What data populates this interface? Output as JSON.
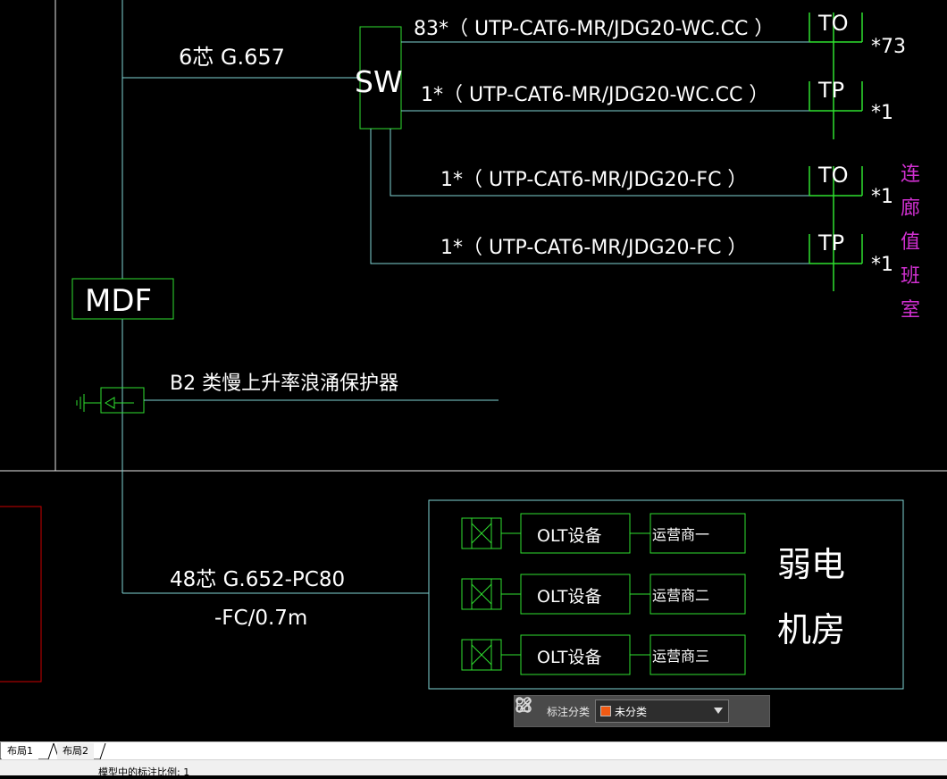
{
  "drawing": {
    "fiber_upper_label": "6芯  G.657",
    "switch_label": "SW",
    "mdf_label": "MDF",
    "branches": [
      {
        "cable": "83*（  UTP-CAT6-MR/JDG20-WC.CC  ）",
        "outlet": "TO",
        "count": "*73"
      },
      {
        "cable": "1*（  UTP-CAT6-MR/JDG20-WC.CC  ）",
        "outlet": "TP",
        "count": "*1"
      },
      {
        "cable": "1*（  UTP-CAT6-MR/JDG20-FC  ）",
        "outlet": "TO",
        "count": "*1"
      },
      {
        "cable": "1*（  UTP-CAT6-MR/JDG20-FC  ）",
        "outlet": "TP",
        "count": "*1"
      }
    ],
    "room_vertical_label": [
      "连",
      "廊",
      "值",
      "班",
      "室"
    ],
    "surge_label": "B2 类慢上升率浪涌保护器",
    "fiber_lower_label_line1": "48芯  G.652-PC80",
    "fiber_lower_label_line2": "-FC/0.7m",
    "weak_room_label": [
      "弱电",
      "机房"
    ],
    "olt_rows": [
      {
        "olt": "OLT设备",
        "operator": "运营商一"
      },
      {
        "olt": "OLT设备",
        "operator": "运营商二"
      },
      {
        "olt": "OLT设备",
        "operator": "运营商三"
      }
    ]
  },
  "annotation_toolbar": {
    "label": "标注分类",
    "selected": "未分类",
    "grid_icon": "grid-icon",
    "edit_icon": "edit-icon",
    "swatch_color": "#f05a14"
  },
  "layout_tabs": [
    "布局1",
    "布局2"
  ],
  "status_bar": {
    "text": "模型中的标注比例: 1"
  },
  "colors": {
    "cyan": "#7fd4d4",
    "green": "#2fe02f",
    "white": "#ffffff",
    "magenta": "#d030d0",
    "red": "#cc0000"
  }
}
